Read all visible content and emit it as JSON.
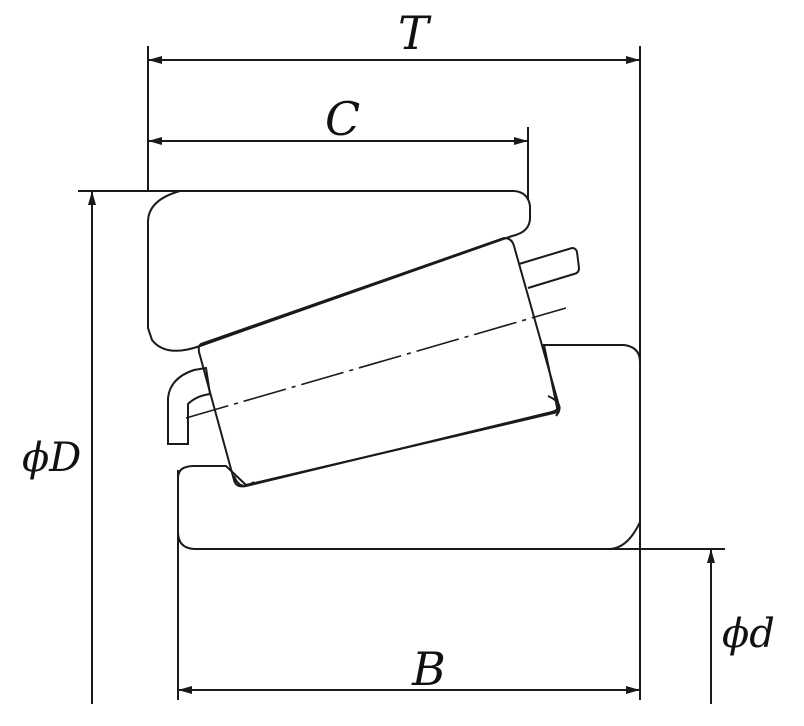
{
  "diagram": {
    "labels": {
      "T": "T",
      "C": "C",
      "D": "ϕD",
      "d": "ϕd",
      "B": "B"
    },
    "colors": {
      "stroke": "#1a1a1a",
      "background": "#ffffff"
    }
  }
}
